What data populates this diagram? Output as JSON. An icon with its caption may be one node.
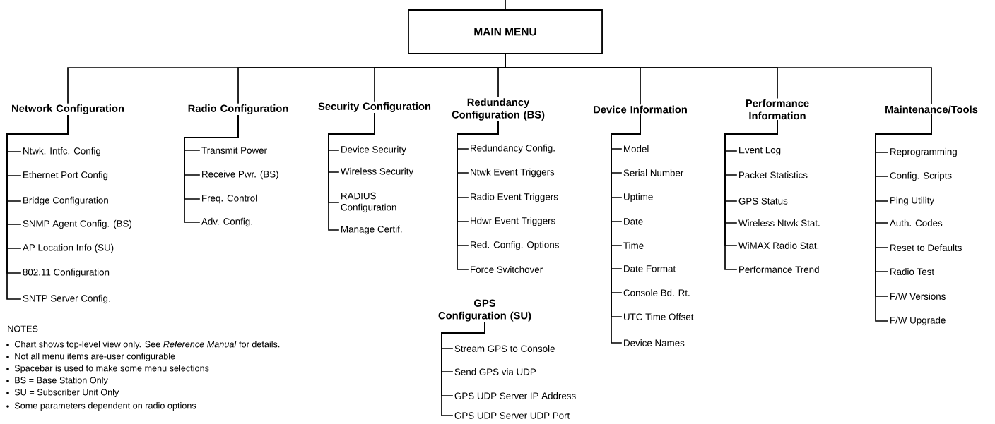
{
  "diagram": {
    "nodes": [
      {
        "text": [
          "MAIN MENU"
        ]
      },
      {
        "text": [
          "Network Configuration"
        ]
      },
      {
        "text": [
          "Ntwk. Intfc. Config"
        ]
      },
      {
        "text": [
          "Ethernet Port Config"
        ]
      },
      {
        "text": [
          "Bridge Configuration"
        ]
      },
      {
        "text": [
          "SNMP Agent Config. (BS)"
        ]
      },
      {
        "text": [
          "AP Location Info (SU)"
        ]
      },
      {
        "text": [
          "802.11 Configuration"
        ]
      },
      {
        "text": [
          "SNTP Server Config."
        ]
      },
      {
        "text": [
          "Radio Configuration"
        ]
      },
      {
        "text": [
          "Transmit Power"
        ]
      },
      {
        "text": [
          "Receive Pwr. (BS)"
        ]
      },
      {
        "text": [
          "Freq. Control"
        ]
      },
      {
        "text": [
          "Adv. Config."
        ]
      },
      {
        "text": [
          "Security Configuration"
        ]
      },
      {
        "text": [
          "Device Security"
        ]
      },
      {
        "text": [
          "Wireless Security"
        ]
      },
      {
        "text": [
          "RADIUS Configuration"
        ]
      },
      {
        "text": [
          "Manage Certif."
        ]
      },
      {
        "text": [
          "Redundancy Configuration (BS)"
        ]
      },
      {
        "text": [
          "Redundancy Config."
        ]
      },
      {
        "text": [
          "Ntwk Event Triggers"
        ]
      },
      {
        "text": [
          "Radio Event Triggers"
        ]
      },
      {
        "text": [
          "Hdwr Event Triggers"
        ]
      },
      {
        "text": [
          "Red. Config. Options"
        ]
      },
      {
        "text": [
          "Force Switchover"
        ]
      },
      {
        "text": [
          "GPS Configuration (SU)"
        ]
      },
      {
        "text": [
          "Stream GPS to Console"
        ]
      },
      {
        "text": [
          "Send GPS via UDP"
        ]
      },
      {
        "text": [
          "GPS UDP Server IP Address"
        ]
      },
      {
        "text": [
          "GPS UDP Server UDP Port"
        ]
      },
      {
        "text": [
          "Device Information"
        ]
      },
      {
        "text": [
          "Model"
        ]
      },
      {
        "text": [
          "Serial Number"
        ]
      },
      {
        "text": [
          "Uptime"
        ]
      },
      {
        "text": [
          "Date"
        ]
      },
      {
        "text": [
          "Time"
        ]
      },
      {
        "text": [
          "Date Format"
        ]
      },
      {
        "text": [
          "Console Bd. Rt."
        ]
      },
      {
        "text": [
          "UTC Time Offset"
        ]
      },
      {
        "text": [
          "Device Names"
        ]
      },
      {
        "text": [
          "Performance Information"
        ]
      },
      {
        "text": [
          "Event Log"
        ]
      },
      {
        "text": [
          "Packet Statistics"
        ]
      },
      {
        "text": [
          "GPS Status"
        ]
      },
      {
        "text": [
          "Wireless Ntwk Stat."
        ]
      },
      {
        "text": [
          "WiMAX Radio Stat."
        ]
      },
      {
        "text": [
          "Performance Trend"
        ]
      },
      {
        "text": [
          "Maintenance/Tools"
        ]
      },
      {
        "text": [
          "Reprogramming"
        ]
      },
      {
        "text": [
          "Config. Scripts"
        ]
      },
      {
        "text": [
          "Ping Utility"
        ]
      },
      {
        "text": [
          "Auth. Codes"
        ]
      },
      {
        "text": [
          "Reset to Defaults"
        ]
      },
      {
        "text": [
          "Radio Test"
        ]
      },
      {
        "text": [
          "F/W Versions"
        ]
      },
      {
        "text": [
          "F/W Upgrade"
        ]
      }
    ],
    "edges": [
      {
        "from": null,
        "to": 0,
        "arrow": "none"
      },
      {
        "from": 0,
        "to": 1,
        "arrow": "none"
      },
      {
        "from": 0,
        "to": 9,
        "arrow": "none"
      },
      {
        "from": 0,
        "to": 14,
        "arrow": "none"
      },
      {
        "from": 0,
        "to": 19,
        "arrow": "none"
      },
      {
        "from": 0,
        "to": 31,
        "arrow": "none"
      },
      {
        "from": 0,
        "to": 41,
        "arrow": "none"
      },
      {
        "from": 0,
        "to": 48,
        "arrow": "none"
      },
      {
        "from": 1,
        "to": 2,
        "arrow": "none"
      },
      {
        "from": 1,
        "to": 3,
        "arrow": "none"
      },
      {
        "from": 1,
        "to": 4,
        "arrow": "none"
      },
      {
        "from": 1,
        "to": 5,
        "arrow": "none"
      },
      {
        "from": 1,
        "to": 6,
        "arrow": "none"
      },
      {
        "from": 1,
        "to": 7,
        "arrow": "none"
      },
      {
        "from": 1,
        "to": 8,
        "arrow": "none"
      },
      {
        "from": 9,
        "to": 10,
        "arrow": "none"
      },
      {
        "from": 9,
        "to": 11,
        "arrow": "none"
      },
      {
        "from": 9,
        "to": 12,
        "arrow": "none"
      },
      {
        "from": 9,
        "to": 13,
        "arrow": "none"
      },
      {
        "from": 14,
        "to": 15,
        "arrow": "none"
      },
      {
        "from": 14,
        "to": 16,
        "arrow": "none"
      },
      {
        "from": 14,
        "to": 17,
        "arrow": "none"
      },
      {
        "from": 14,
        "to": 18,
        "arrow": "none"
      },
      {
        "from": 19,
        "to": 20,
        "arrow": "none"
      },
      {
        "from": 19,
        "to": 21,
        "arrow": "none"
      },
      {
        "from": 19,
        "to": 22,
        "arrow": "none"
      },
      {
        "from": 19,
        "to": 23,
        "arrow": "none"
      },
      {
        "from": 19,
        "to": 24,
        "arrow": "none"
      },
      {
        "from": 19,
        "to": 25,
        "arrow": "none"
      },
      {
        "from": 26,
        "to": 27,
        "arrow": "none"
      },
      {
        "from": 26,
        "to": 28,
        "arrow": "none"
      },
      {
        "from": 26,
        "to": 29,
        "arrow": "none"
      },
      {
        "from": 26,
        "to": 30,
        "arrow": "none"
      },
      {
        "from": 31,
        "to": 32,
        "arrow": "none"
      },
      {
        "from": 31,
        "to": 33,
        "arrow": "none"
      },
      {
        "from": 31,
        "to": 34,
        "arrow": "none"
      },
      {
        "from": 31,
        "to": 35,
        "arrow": "none"
      },
      {
        "from": 31,
        "to": 36,
        "arrow": "none"
      },
      {
        "from": 31,
        "to": 37,
        "arrow": "none"
      },
      {
        "from": 31,
        "to": 38,
        "arrow": "none"
      },
      {
        "from": 31,
        "to": 39,
        "arrow": "none"
      },
      {
        "from": 31,
        "to": 40,
        "arrow": "none"
      },
      {
        "from": 41,
        "to": 42,
        "arrow": "none"
      },
      {
        "from": 41,
        "to": 43,
        "arrow": "none"
      },
      {
        "from": 41,
        "to": 44,
        "arrow": "none"
      },
      {
        "from": 41,
        "to": 45,
        "arrow": "none"
      },
      {
        "from": 41,
        "to": 46,
        "arrow": "none"
      },
      {
        "from": 41,
        "to": 47,
        "arrow": "none"
      },
      {
        "from": 48,
        "to": 49,
        "arrow": "none"
      },
      {
        "from": 48,
        "to": 50,
        "arrow": "none"
      },
      {
        "from": 48,
        "to": 51,
        "arrow": "none"
      },
      {
        "from": 48,
        "to": 52,
        "arrow": "none"
      },
      {
        "from": 48,
        "to": 53,
        "arrow": "none"
      },
      {
        "from": 48,
        "to": 54,
        "arrow": "none"
      },
      {
        "from": 48,
        "to": 55,
        "arrow": "none"
      },
      {
        "from": 48,
        "to": 56,
        "arrow": "none"
      }
    ],
    "labels": [
      "NOTES",
      "Chart shows top-level view only. See *Reference Manual* for details.",
      "Not all menu items are-user configurable",
      "Spacebar is used to make some menu selections",
      "BS = Base Station Only",
      "SU = Subscriber Unit Only",
      "Some parameters dependent on radio options"
    ]
  }
}
